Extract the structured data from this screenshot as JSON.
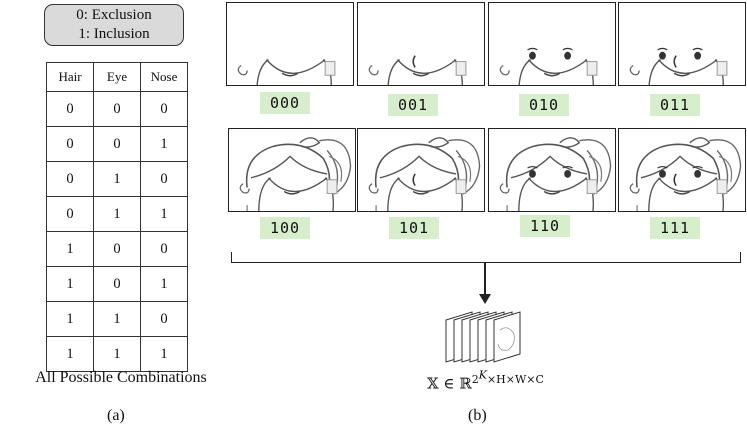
{
  "legend": {
    "line1": "0: Exclusion",
    "line2": "1: Inclusion"
  },
  "table": {
    "headers": [
      "Hair",
      "Eye",
      "Nose"
    ],
    "rows": [
      [
        "0",
        "0",
        "0"
      ],
      [
        "0",
        "0",
        "1"
      ],
      [
        "0",
        "1",
        "0"
      ],
      [
        "0",
        "1",
        "1"
      ],
      [
        "1",
        "0",
        "0"
      ],
      [
        "1",
        "0",
        "1"
      ],
      [
        "1",
        "1",
        "0"
      ],
      [
        "1",
        "1",
        "1"
      ]
    ]
  },
  "caption_left": "All Possible Combinations",
  "sub_a": "(a)",
  "sub_b": "(b)",
  "codes": [
    "000",
    "001",
    "010",
    "011",
    "100",
    "101",
    "110",
    "111"
  ],
  "formula": {
    "main": "𝕏 ∈ ℝ",
    "sup": "2",
    "supK": "K",
    "rest": "×H×W×C"
  }
}
